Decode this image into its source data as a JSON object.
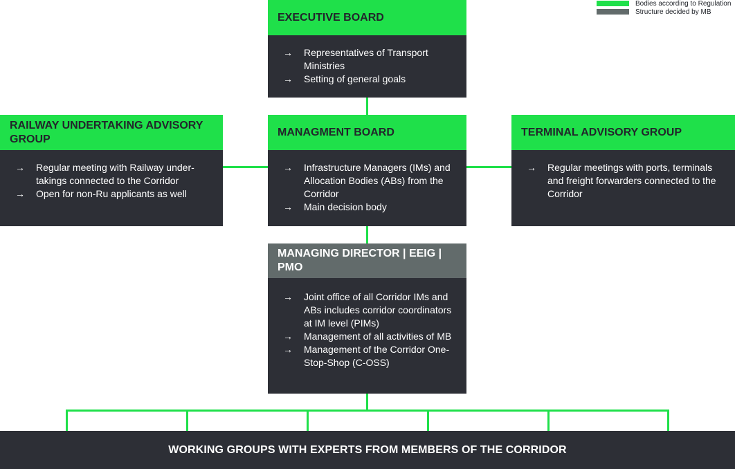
{
  "legend": [
    {
      "label": "Bodies according to Regulation",
      "color": "#1fe04a"
    },
    {
      "label": "Structure decided by MB",
      "color": "#626b6b"
    }
  ],
  "arrow_glyph": "→",
  "boxes": {
    "executive_board": {
      "title": "EXECUTIVE BOARD",
      "items": [
        "Representatives of Transport Ministries",
        "Setting of general goals"
      ]
    },
    "railway_group": {
      "title": "RAILWAY UNDERTAKING ADVISORY GROUP",
      "items": [
        "Regular meeting with Railway under-takings connected to the Corridor",
        "Open for non-Ru applicants as well"
      ]
    },
    "management_board": {
      "title": "MANAGMENT BOARD",
      "items": [
        "Infrastructure Managers (IMs) and Allocation Bodies (ABs) from the Corridor",
        "Main decision body"
      ]
    },
    "terminal_group": {
      "title": "TERMINAL ADVISORY GROUP",
      "items": [
        "Regular meetings with ports, terminals and freight forwarders connected to the Corridor"
      ]
    },
    "managing_director": {
      "title": "MANAGING DIRECTOR | EEIG | PMO",
      "items": [
        "Joint office of all Corridor IMs and ABs includes corridor coordinators at IM level (PIMs)",
        "Management of all activities of MB",
        "Management of the Corridor One-Stop-Shop (C-OSS)"
      ]
    }
  },
  "footer": {
    "title": "WORKING GROUPS WITH EXPERTS FROM MEMBERS OF THE CORRIDOR"
  }
}
